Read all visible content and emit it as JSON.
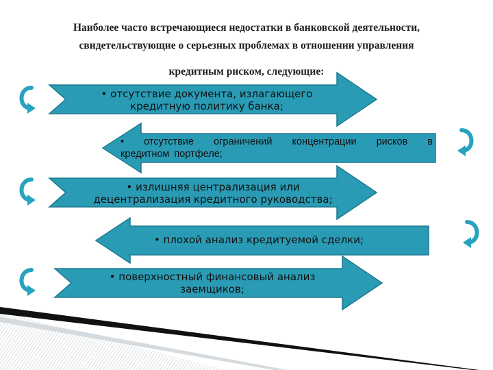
{
  "title": {
    "line1": "Наиболее часто встречающиеся недостатки в банковской деятельности,",
    "line2": "свидетельствующие о серьезных проблемах  в отношении управления",
    "line3": "кредитным риском, следующие:"
  },
  "items": [
    {
      "direction": "right",
      "line1": "• отсутствие документа, излагающего",
      "line2": "кредитную политику банка;"
    },
    {
      "direction": "left",
      "line1": "•  отсутствие ограничений концентрации рисков в",
      "line2": "кредитном портфеле;"
    },
    {
      "direction": "right",
      "line1": "• излишняя централизация или",
      "line2": "децентрализация кредитного руководства;"
    },
    {
      "direction": "left",
      "line1": "• плохой анализ кредитуемой сделки;",
      "line2": ""
    },
    {
      "direction": "right",
      "line1": "• поверхностный финансовый анализ",
      "line2": "заемщиков;"
    }
  ],
  "colors": {
    "arrow_fill": "#2a9bb5",
    "arrow_edge": "#1d7a8e",
    "loop": "#27a3bf",
    "title": "#222222"
  },
  "icons": {
    "loop_left": "curved-arrow-left-icon",
    "loop_right": "curved-arrow-right-icon"
  }
}
